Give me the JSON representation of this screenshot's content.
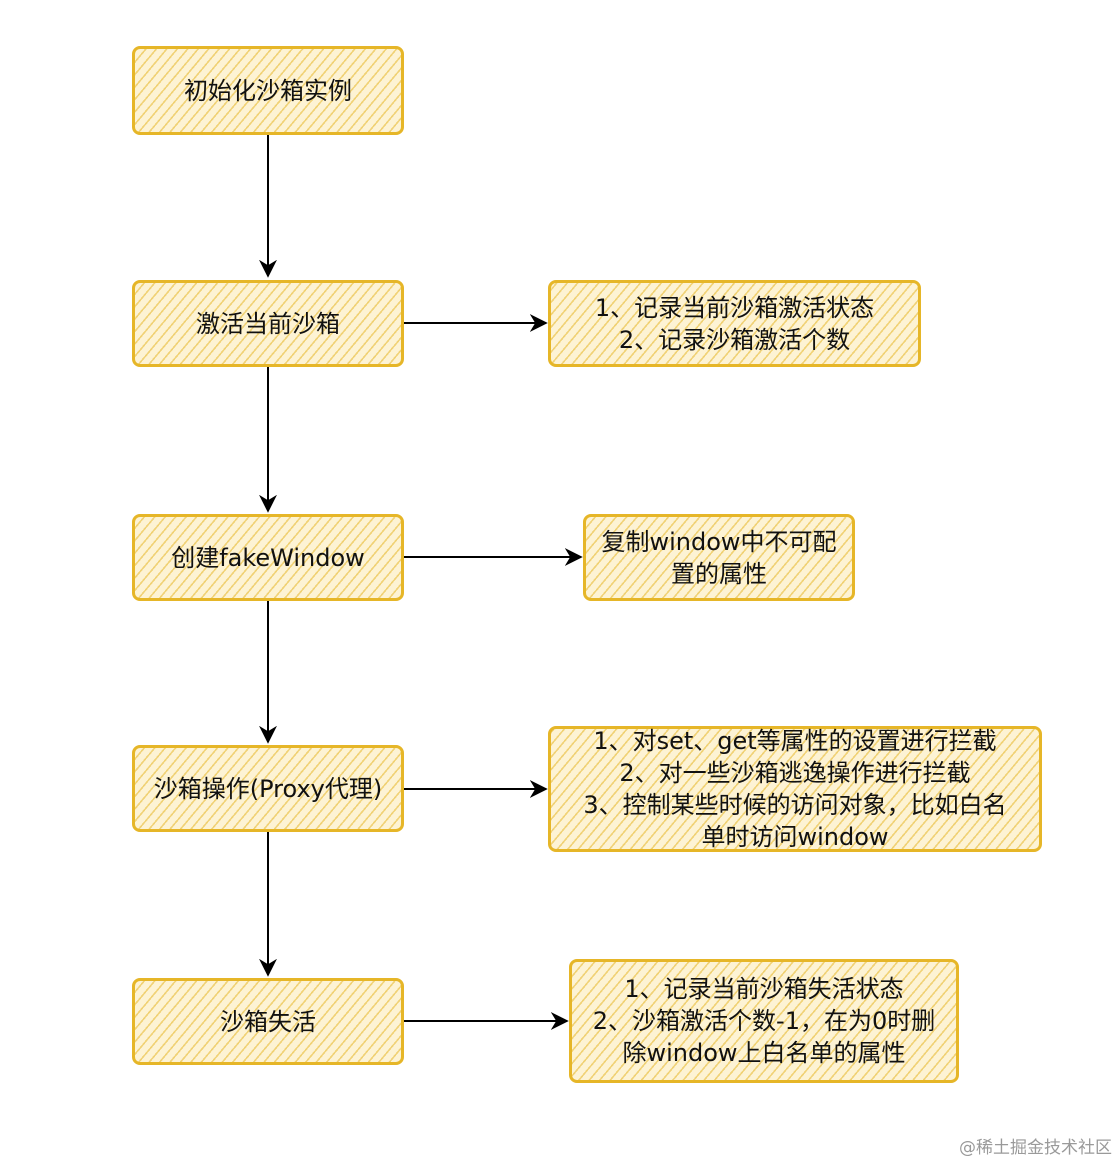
{
  "flow": {
    "step1": "初始化沙箱实例",
    "step2": "激活当前沙箱",
    "step3": "创建fakeWindow",
    "step4": "沙箱操作(Proxy代理)",
    "step5": "沙箱失活"
  },
  "notes": {
    "note2": [
      "1、记录当前沙箱激活状态",
      "2、记录沙箱激活个数"
    ],
    "note3": [
      "复制window中不可配",
      "置的属性"
    ],
    "note4": [
      "1、对set、get等属性的设置进行拦截",
      "2、对一些沙箱逃逸操作进行拦截",
      "3、控制某些时候的访问对象，比如白名",
      "单时访问window"
    ],
    "note5": [
      "1、记录当前沙箱失活状态",
      "2、沙箱激活个数-1，在为0时删",
      "除window上白名单的属性"
    ]
  },
  "watermark": "@稀土掘金技术社区",
  "colors": {
    "node_border": "#e6b628",
    "node_fill": "#fdf3d4",
    "arrow": "#000000",
    "text": "#111111"
  }
}
